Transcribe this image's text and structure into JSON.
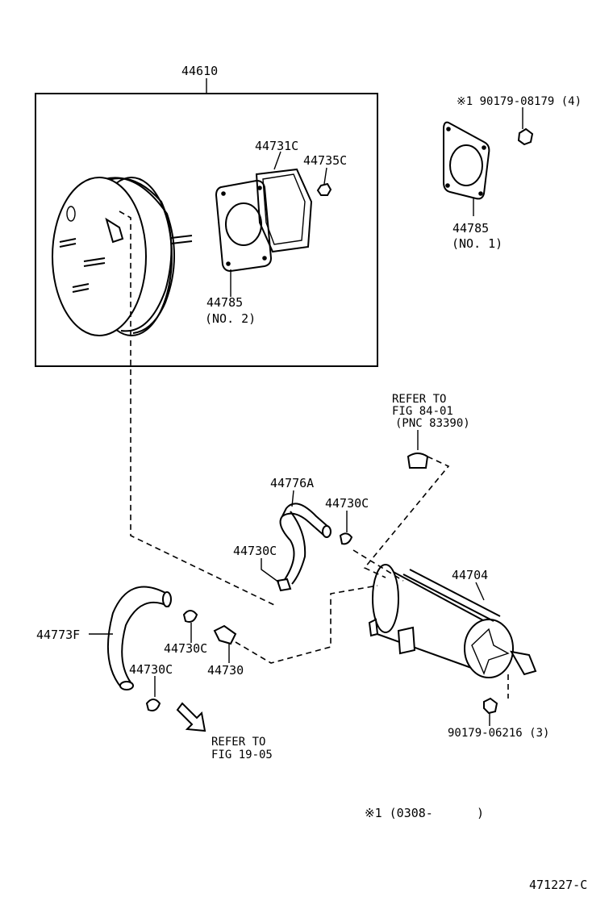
{
  "labels": {
    "assy": "44610",
    "gasket_31c": "44731C",
    "nut_35c": "44735C",
    "gasket_no2_num": "44785",
    "gasket_no2_note": "(NO. 2)",
    "bolt_note": "※1 90179-08179 (4)",
    "gasket_no1_num": "44785",
    "gasket_no1_note": "(NO. 1)",
    "refer1_l1": "REFER TO",
    "refer1_l2": "FIG 84-01",
    "refer1_l3": "(PNC 83390)",
    "hose_76a": "44776A",
    "clamp_upper": "44730C",
    "clamp_left": "44730C",
    "tank": "44704",
    "hose_73f": "44773F",
    "clamp_mid": "44730C",
    "check_valve": "44730",
    "clamp_lower": "44730C",
    "nut_tank": "90179-06216 (3)",
    "refer2_l1": "REFER TO",
    "refer2_l2": "FIG 19-05",
    "footnote": "※1 (0308-      )",
    "fig_code": "471227-C"
  }
}
